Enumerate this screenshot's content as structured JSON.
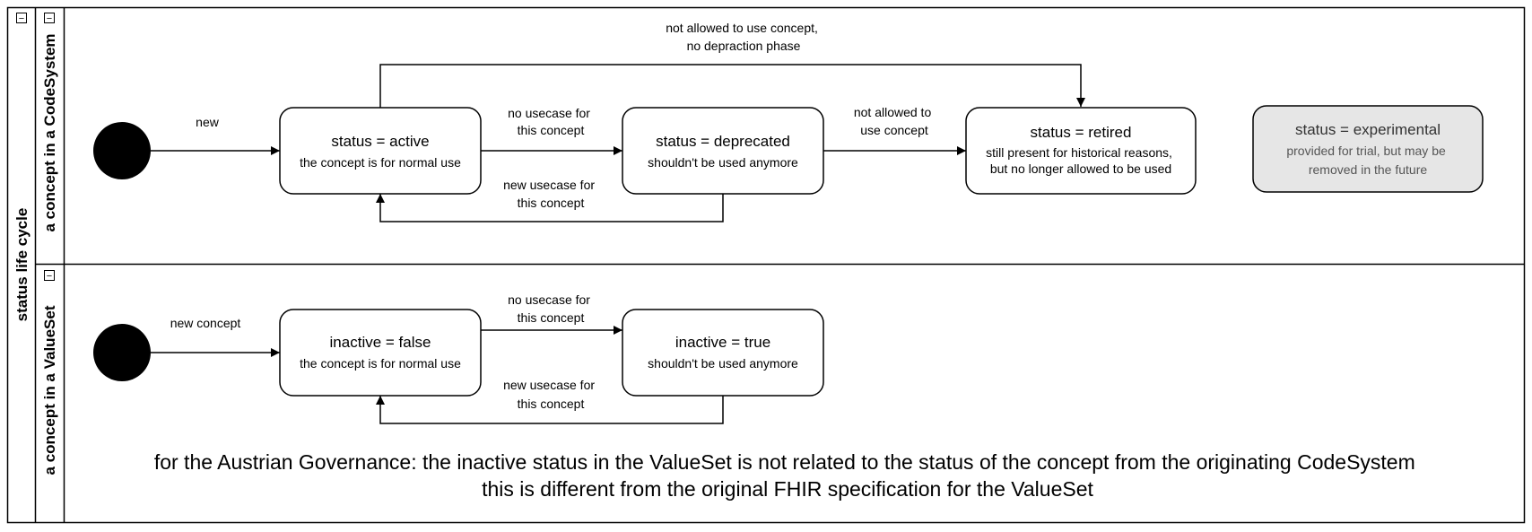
{
  "diagram": {
    "pool_title": "status life cycle",
    "collapse_symbol": "−",
    "lanes": [
      {
        "title": "a concept in a CodeSystem"
      },
      {
        "title": "a concept in a ValueSet"
      }
    ],
    "codesystem": {
      "states": {
        "active": {
          "title": "status = active",
          "subtitle": [
            "the concept is for normal use"
          ]
        },
        "deprecated": {
          "title": "status = deprecated",
          "subtitle": [
            "shouldn't be used anymore"
          ]
        },
        "retired": {
          "title": "status = retired",
          "subtitle": [
            "still present for historical reasons,",
            "but no longer allowed to be used"
          ]
        },
        "experimental": {
          "title": "status = experimental",
          "subtitle": [
            "provided for trial, but may be",
            "removed in the future"
          ]
        }
      },
      "transitions": {
        "new": [
          "new"
        ],
        "to_deprecated": [
          "no usecase for",
          "this concept"
        ],
        "back_to_active": [
          "new usecase for",
          "this concept"
        ],
        "to_retired": [
          "not allowed to",
          "use concept"
        ],
        "direct_retired": [
          "not allowed to use concept,",
          "no depraction phase"
        ]
      }
    },
    "valueset": {
      "states": {
        "inactive_false": {
          "title": "inactive = false",
          "subtitle": [
            "the concept is for normal use"
          ]
        },
        "inactive_true": {
          "title": "inactive = true",
          "subtitle": [
            "shouldn't be used anymore"
          ]
        }
      },
      "transitions": {
        "new": [
          "new concept"
        ],
        "to_inactive": [
          "no usecase for",
          "this concept"
        ],
        "back_to_active": [
          "new usecase for",
          "this concept"
        ]
      },
      "note": [
        "for the Austrian Governance: the inactive status in the ValueSet is not related to the status of the concept from the originating CodeSystem",
        "this is different from the original FHIR specification for the ValueSet"
      ]
    },
    "colors": {
      "stroke": "#000000",
      "background": "#ffffff",
      "experimental_fill": "#e6e6e6",
      "experimental_text": "#333333"
    }
  }
}
